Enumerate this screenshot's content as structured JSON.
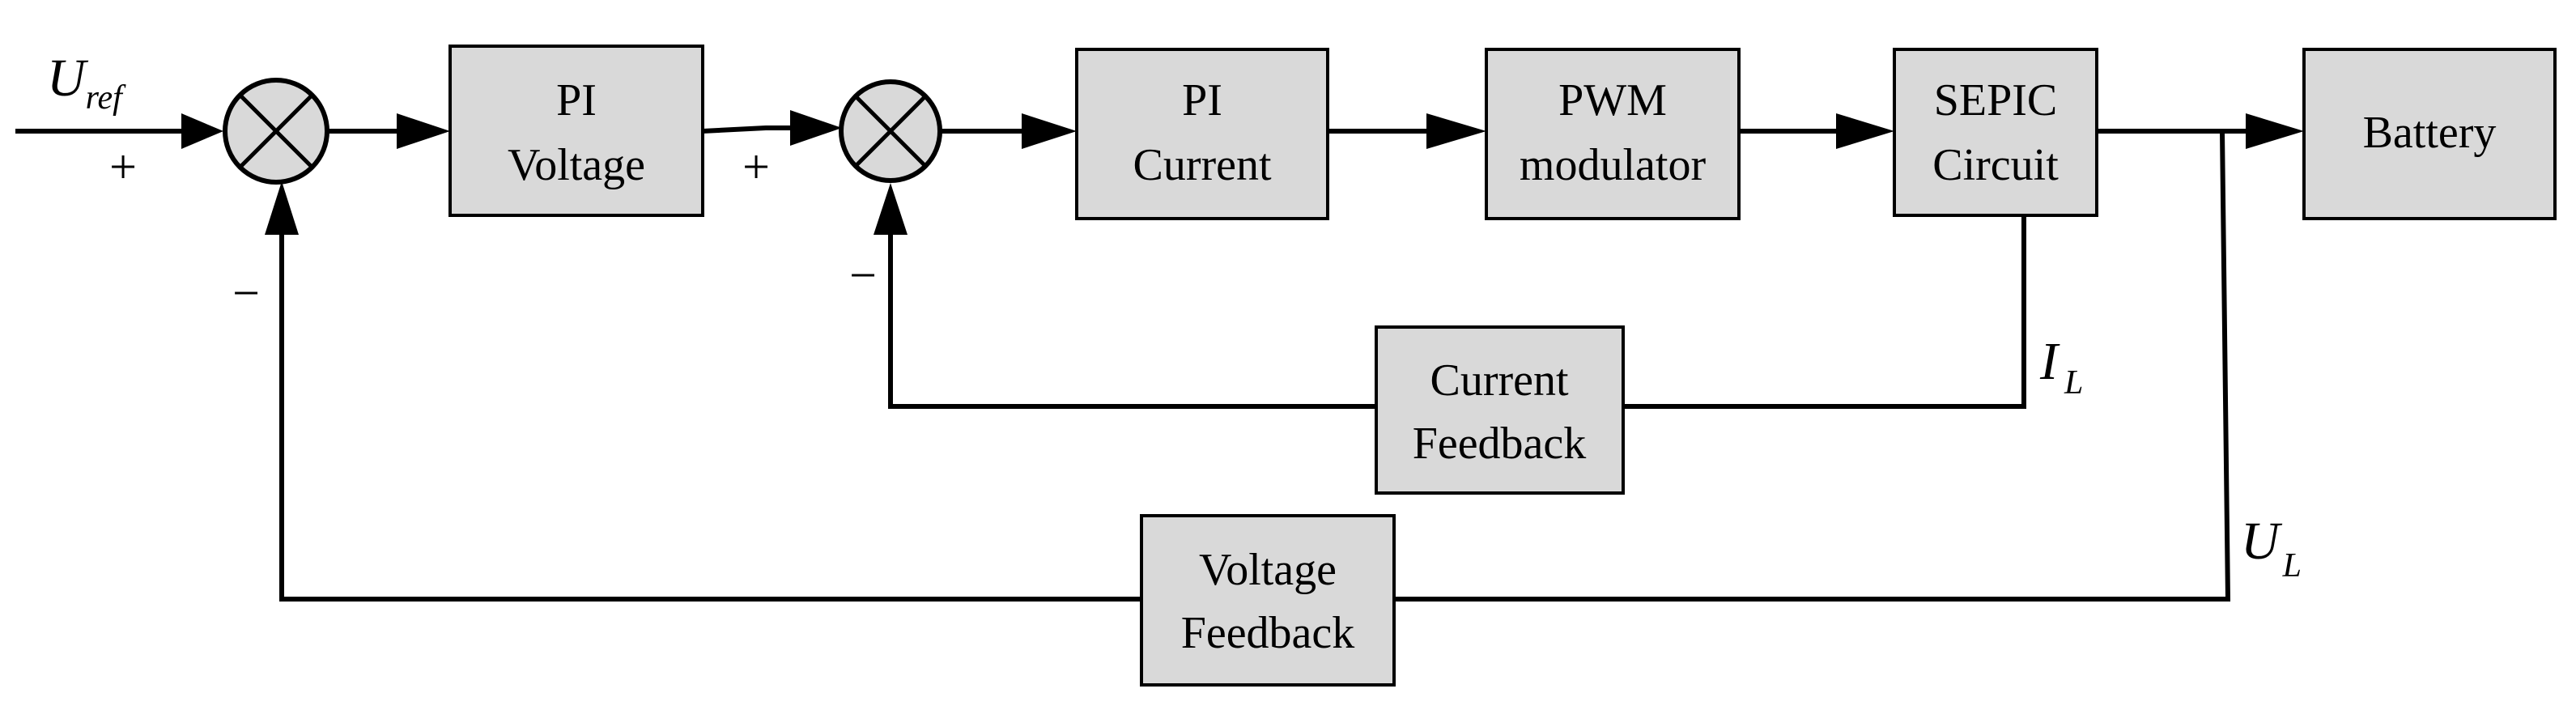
{
  "blocks": {
    "pi_voltage": {
      "line1": "PI",
      "line2": "Voltage"
    },
    "pi_current": {
      "line1": "PI",
      "line2": "Current"
    },
    "pwm": {
      "line1": "PWM",
      "line2": "modulator"
    },
    "sepic": {
      "line1": "SEPIC",
      "line2": "Circuit"
    },
    "battery": {
      "label": "Battery"
    },
    "current_feedback": {
      "line1": "Current",
      "line2": "Feedback"
    },
    "voltage_feedback": {
      "line1": "Voltage",
      "line2": "Feedback"
    }
  },
  "signals": {
    "u_ref": {
      "main": "U",
      "sub": "ref"
    },
    "i_l": {
      "main": "I",
      "sub": "L"
    },
    "u_l": {
      "main": "U",
      "sub": "L"
    }
  },
  "signs": {
    "outer_plus": "+",
    "outer_minus": "−",
    "inner_plus": "+",
    "inner_minus": "−"
  }
}
